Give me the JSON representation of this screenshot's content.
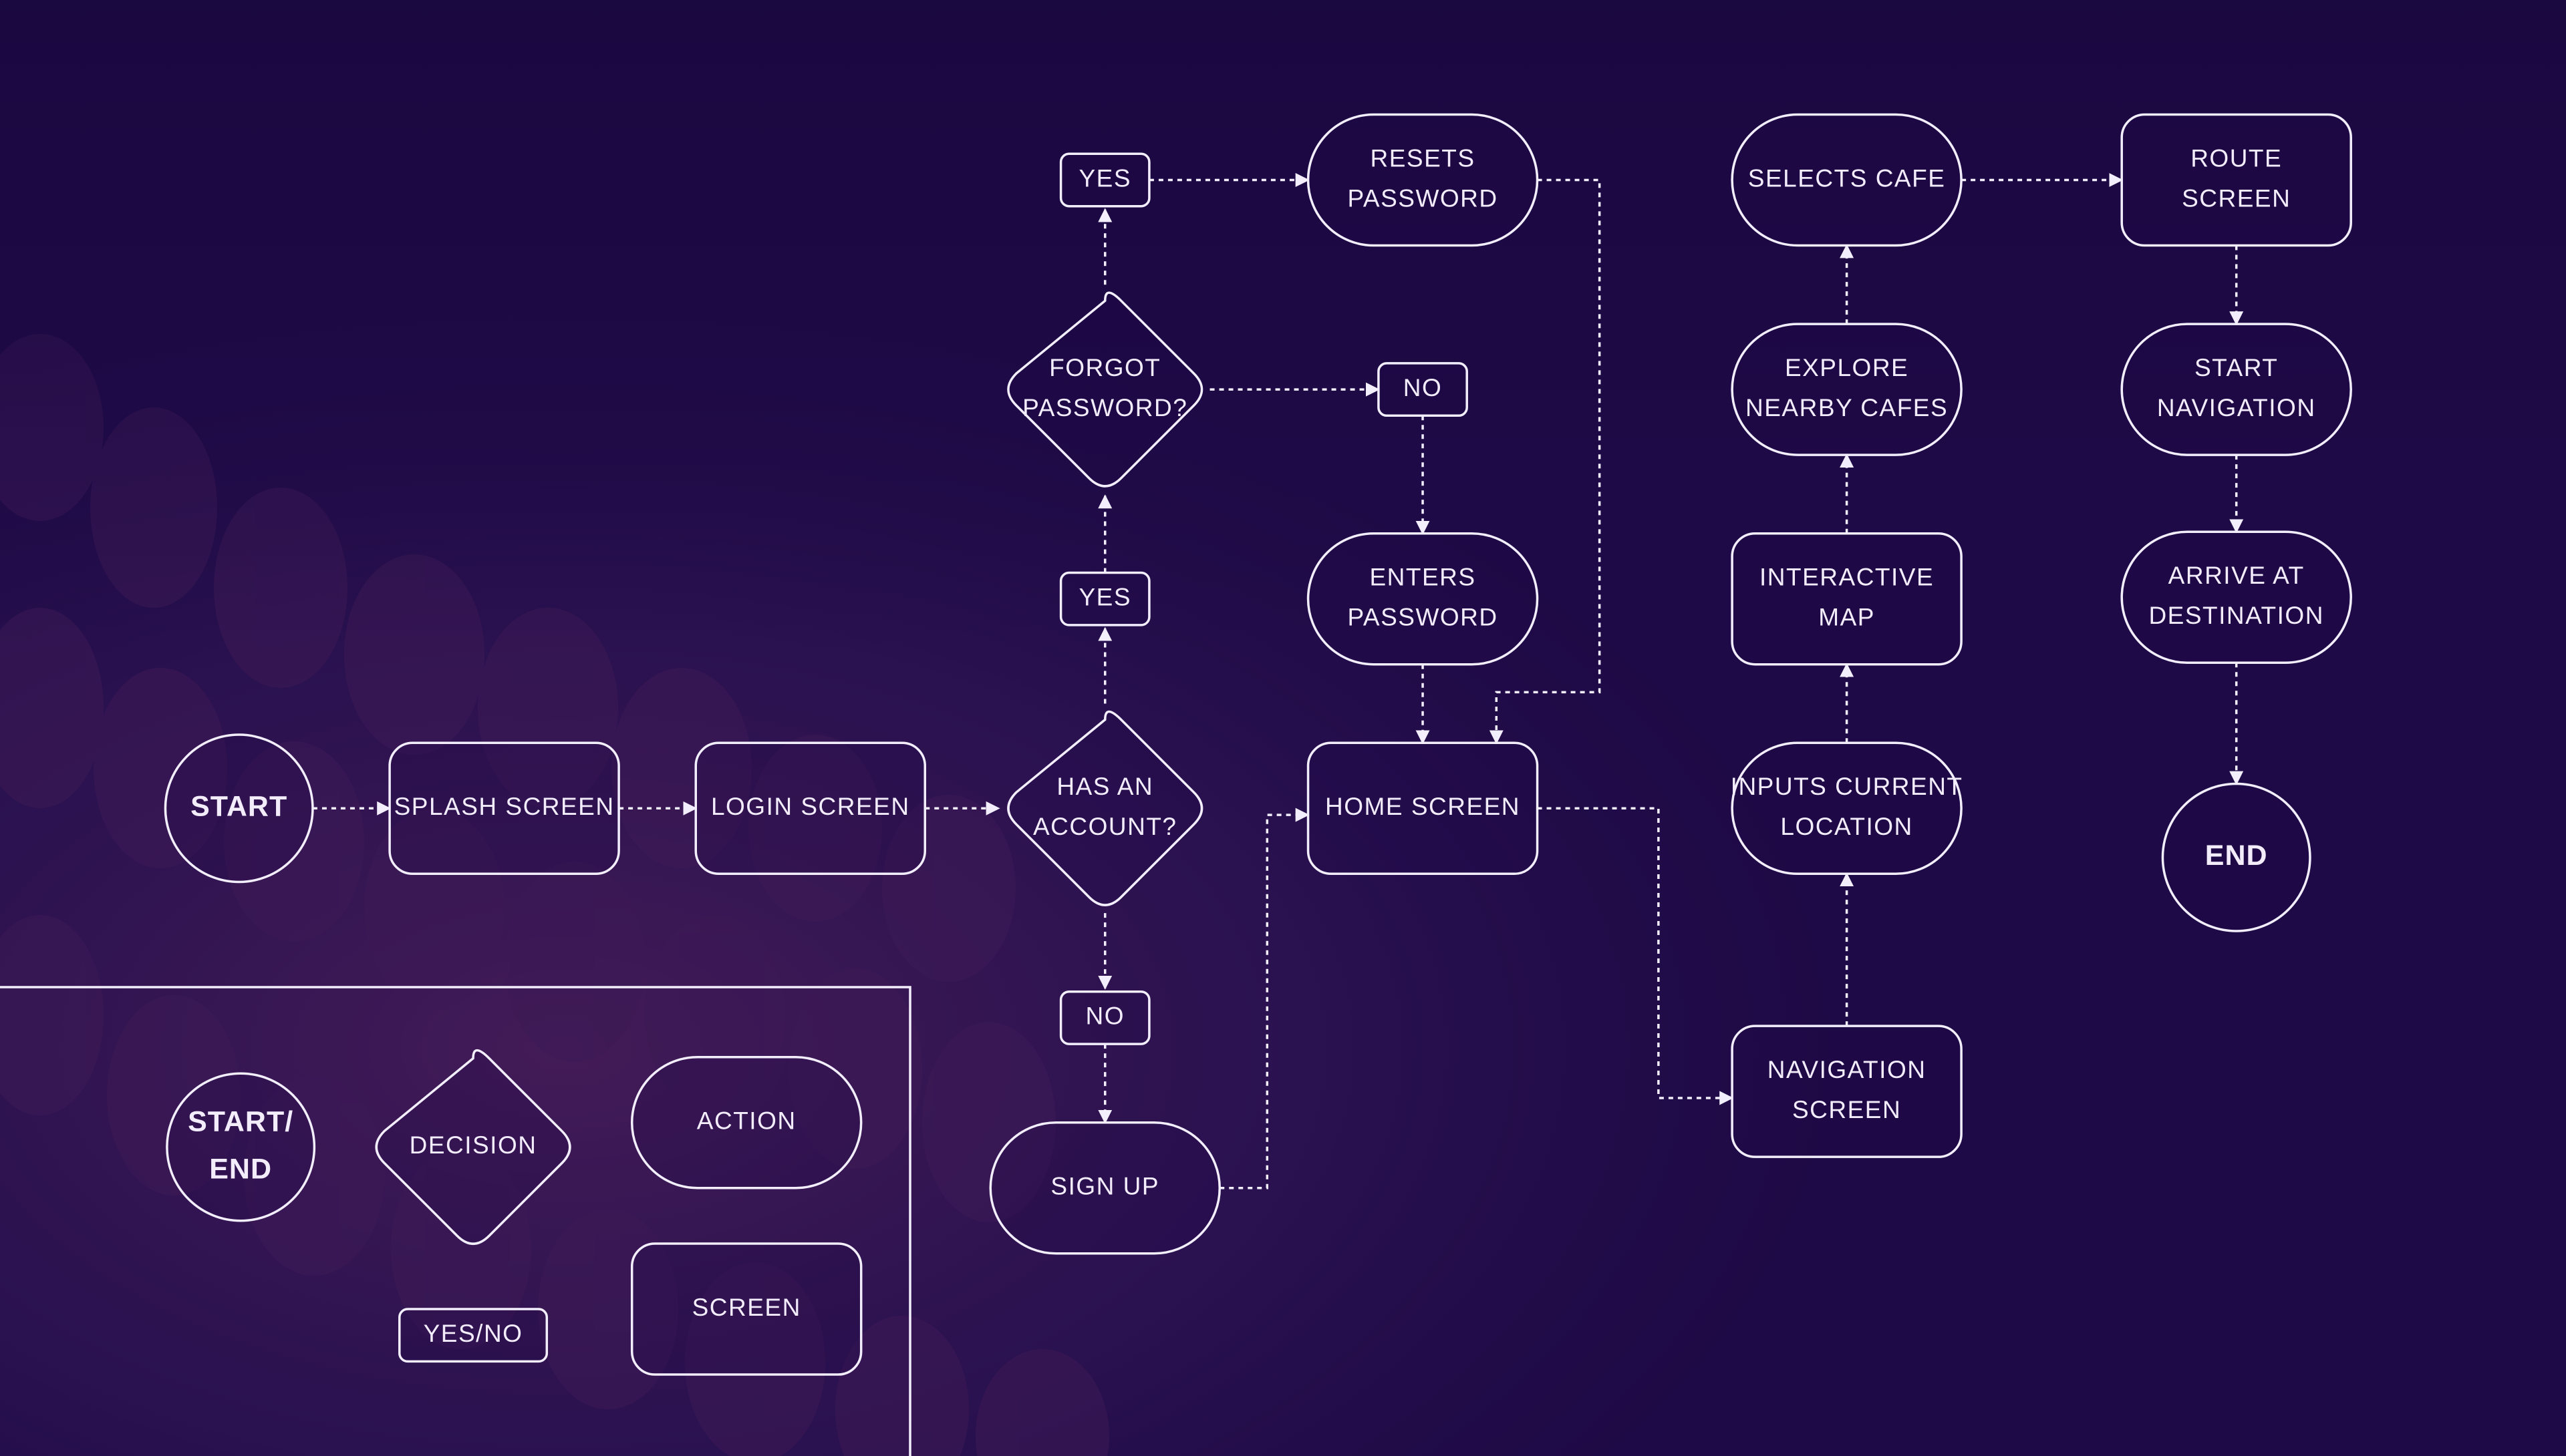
{
  "colors": {
    "background": "#1e0a46",
    "line": "#f3eefc",
    "text": "#f2ecfb"
  },
  "nodes": {
    "start": {
      "lines": [
        "START"
      ],
      "shape": "circle"
    },
    "splash": {
      "lines": [
        "SPLASH SCREEN"
      ],
      "shape": "screen"
    },
    "login": {
      "lines": [
        "LOGIN SCREEN"
      ],
      "shape": "screen"
    },
    "has_account": {
      "lines": [
        "HAS AN",
        "ACCOUNT?"
      ],
      "shape": "diamond"
    },
    "yes_account": {
      "lines": [
        "YES"
      ],
      "shape": "tag"
    },
    "no_account": {
      "lines": [
        "NO"
      ],
      "shape": "tag"
    },
    "sign_up": {
      "lines": [
        "SIGN UP"
      ],
      "shape": "action"
    },
    "forgot": {
      "lines": [
        "FORGOT",
        "PASSWORD?"
      ],
      "shape": "diamond"
    },
    "yes_forgot": {
      "lines": [
        "YES"
      ],
      "shape": "tag"
    },
    "no_forgot": {
      "lines": [
        "NO"
      ],
      "shape": "tag"
    },
    "resets": {
      "lines": [
        "RESETS",
        "PASSWORD"
      ],
      "shape": "action"
    },
    "enters": {
      "lines": [
        "ENTERS",
        "PASSWORD"
      ],
      "shape": "action"
    },
    "home": {
      "lines": [
        "HOME SCREEN"
      ],
      "shape": "screen"
    },
    "navigation_screen": {
      "lines": [
        "NAVIGATION",
        "SCREEN"
      ],
      "shape": "screen"
    },
    "inputs_location": {
      "lines": [
        "INPUTS CURRENT",
        "LOCATION"
      ],
      "shape": "action"
    },
    "interactive_map": {
      "lines": [
        "INTERACTIVE",
        "MAP"
      ],
      "shape": "screen"
    },
    "explore": {
      "lines": [
        "EXPLORE",
        "NEARBY CAFES"
      ],
      "shape": "action"
    },
    "selects": {
      "lines": [
        "SELECTS CAFE"
      ],
      "shape": "action"
    },
    "route": {
      "lines": [
        "ROUTE",
        "SCREEN"
      ],
      "shape": "screen"
    },
    "start_nav": {
      "lines": [
        "START",
        "NAVIGATION"
      ],
      "shape": "action"
    },
    "arrive": {
      "lines": [
        "ARRIVE AT",
        "DESTINATION"
      ],
      "shape": "action"
    },
    "end": {
      "lines": [
        "END"
      ],
      "shape": "circle"
    }
  },
  "edges": [
    {
      "from": "start",
      "to": "splash"
    },
    {
      "from": "splash",
      "to": "login"
    },
    {
      "from": "login",
      "to": "has_account"
    },
    {
      "from": "has_account",
      "to": "yes_account"
    },
    {
      "from": "yes_account",
      "to": "forgot"
    },
    {
      "from": "forgot",
      "to": "yes_forgot"
    },
    {
      "from": "yes_forgot",
      "to": "resets"
    },
    {
      "from": "forgot",
      "to": "no_forgot"
    },
    {
      "from": "no_forgot",
      "to": "enters"
    },
    {
      "from": "enters",
      "to": "home"
    },
    {
      "from": "resets",
      "to": "home"
    },
    {
      "from": "has_account",
      "to": "no_account"
    },
    {
      "from": "no_account",
      "to": "sign_up"
    },
    {
      "from": "sign_up",
      "to": "home"
    },
    {
      "from": "home",
      "to": "navigation_screen"
    },
    {
      "from": "navigation_screen",
      "to": "inputs_location"
    },
    {
      "from": "inputs_location",
      "to": "interactive_map"
    },
    {
      "from": "interactive_map",
      "to": "explore"
    },
    {
      "from": "explore",
      "to": "selects"
    },
    {
      "from": "selects",
      "to": "route"
    },
    {
      "from": "route",
      "to": "start_nav"
    },
    {
      "from": "start_nav",
      "to": "arrive"
    },
    {
      "from": "arrive",
      "to": "end"
    }
  ],
  "legend": {
    "start_end": {
      "lines": [
        "START/",
        "END"
      ],
      "shape": "circle"
    },
    "decision": {
      "lines": [
        "DECISION"
      ],
      "shape": "diamond"
    },
    "action": {
      "lines": [
        "ACTION"
      ],
      "shape": "action"
    },
    "yes_no": {
      "lines": [
        "YES/NO"
      ],
      "shape": "tag"
    },
    "screen": {
      "lines": [
        "SCREEN"
      ],
      "shape": "screen"
    }
  }
}
